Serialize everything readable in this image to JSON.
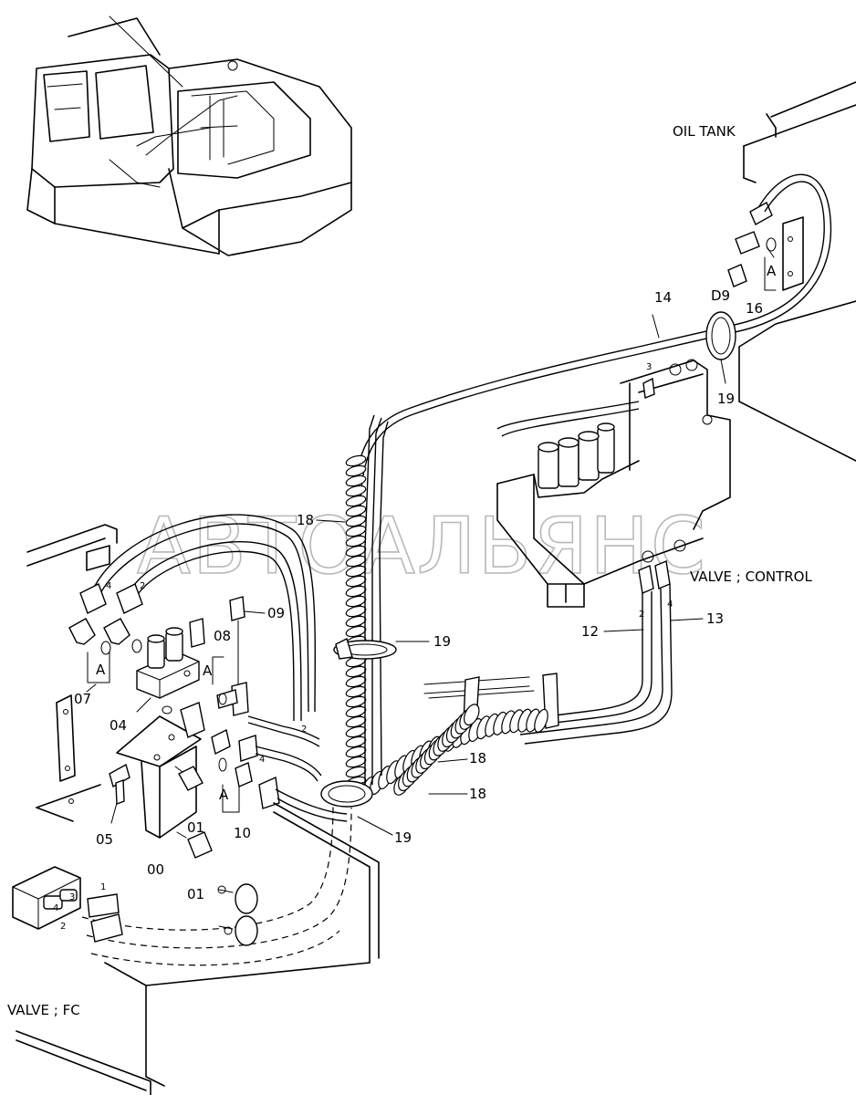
{
  "watermark": "АВТОАЛЬЯНС",
  "labels": {
    "oil_tank": "OIL TANK",
    "valve_control": "VALVE ; CONTROL",
    "valve_fc": "VALVE ; FC"
  },
  "callouts": {
    "c14": "14",
    "c16": "16",
    "c19a": "19",
    "c19b": "19",
    "c19c": "19",
    "c18a": "18",
    "c18b": "18",
    "c18c": "18",
    "c12": "12",
    "c13": "13",
    "c09": "09",
    "c08": "08",
    "c07": "07",
    "c04": "04",
    "c05": "05",
    "c00": "00",
    "c01a": "01",
    "c01b": "01",
    "c10": "10",
    "d9": "D9",
    "a1": "A",
    "a2": "A",
    "a3": "A",
    "a4": "A"
  },
  "port_marks": {
    "p3_top": "3",
    "p2_hose": "2",
    "p4_hose": "4",
    "p4_left": "4",
    "p2_left": "2",
    "p2_cv": "2",
    "p4_cv": "4",
    "p1_fc": "1",
    "p3_fc": "3",
    "p4_fc": "4",
    "p2_fc": "2"
  }
}
